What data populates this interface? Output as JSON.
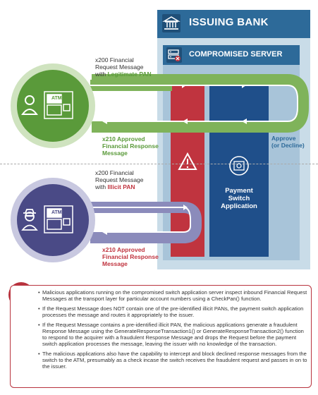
{
  "bank": {
    "title": "ISSUING BANK",
    "icon": "bank-icon"
  },
  "server": {
    "title": "COMPROMISED SERVER",
    "icon": "server-icon"
  },
  "switch": {
    "label_lines": [
      "Payment",
      "Switch",
      "Application"
    ],
    "icon": "payment-switch-icon"
  },
  "legit_flow": {
    "request_line1": "x200 Financial",
    "request_line2": "Request Message",
    "request_line3_prefix": "with ",
    "request_line3_hl": "Legitimate PAN",
    "response_line1": "x210 Approved",
    "response_line2": "Financial Response",
    "response_line3": "Message",
    "approve_line1": "Approve",
    "approve_line2": "(or Decline)"
  },
  "illicit_flow": {
    "request_line1": "x200 Financial",
    "request_line2": "Request Message",
    "request_line3_prefix": "with ",
    "request_line3_hl": "Illicit PAN",
    "response_line1": "x210 Approved",
    "response_line2": "Financial Response",
    "response_line3": "Message"
  },
  "atm_label": "ATM",
  "bullets": [
    "Malicious applications running on the compromised switch application server inspect inbound Financial Request Messages at the transport layer for particular account numbers using a CheckPan() function.",
    "If the Request Message does NOT contain one of the pre-identified illicit PANs, the payment switch application processes the message and routes it appropriately to the issuer.",
    "If the Request Message contains a pre-identified illicit PAN, the malicious applications generate a fraudulent Response Message using the GenerateResponseTransaction1() or GenerateResponseTransaction2() function to respond to the acquirer with a fraudulent Response Message and drops the Request before the payment switch application processes the message, leaving the issuer with no knowledge of the transaction.",
    "The malicious applications also have the capability to intercept and block declined response messages from the switch to the ATM, presumably as a check incase the switch receives the fraudulent request and passes in on to the issuer."
  ],
  "colors": {
    "green": "#5a9a3a",
    "red": "#c0343f",
    "navy": "#2d6a99",
    "purple": "#4a4a86"
  }
}
